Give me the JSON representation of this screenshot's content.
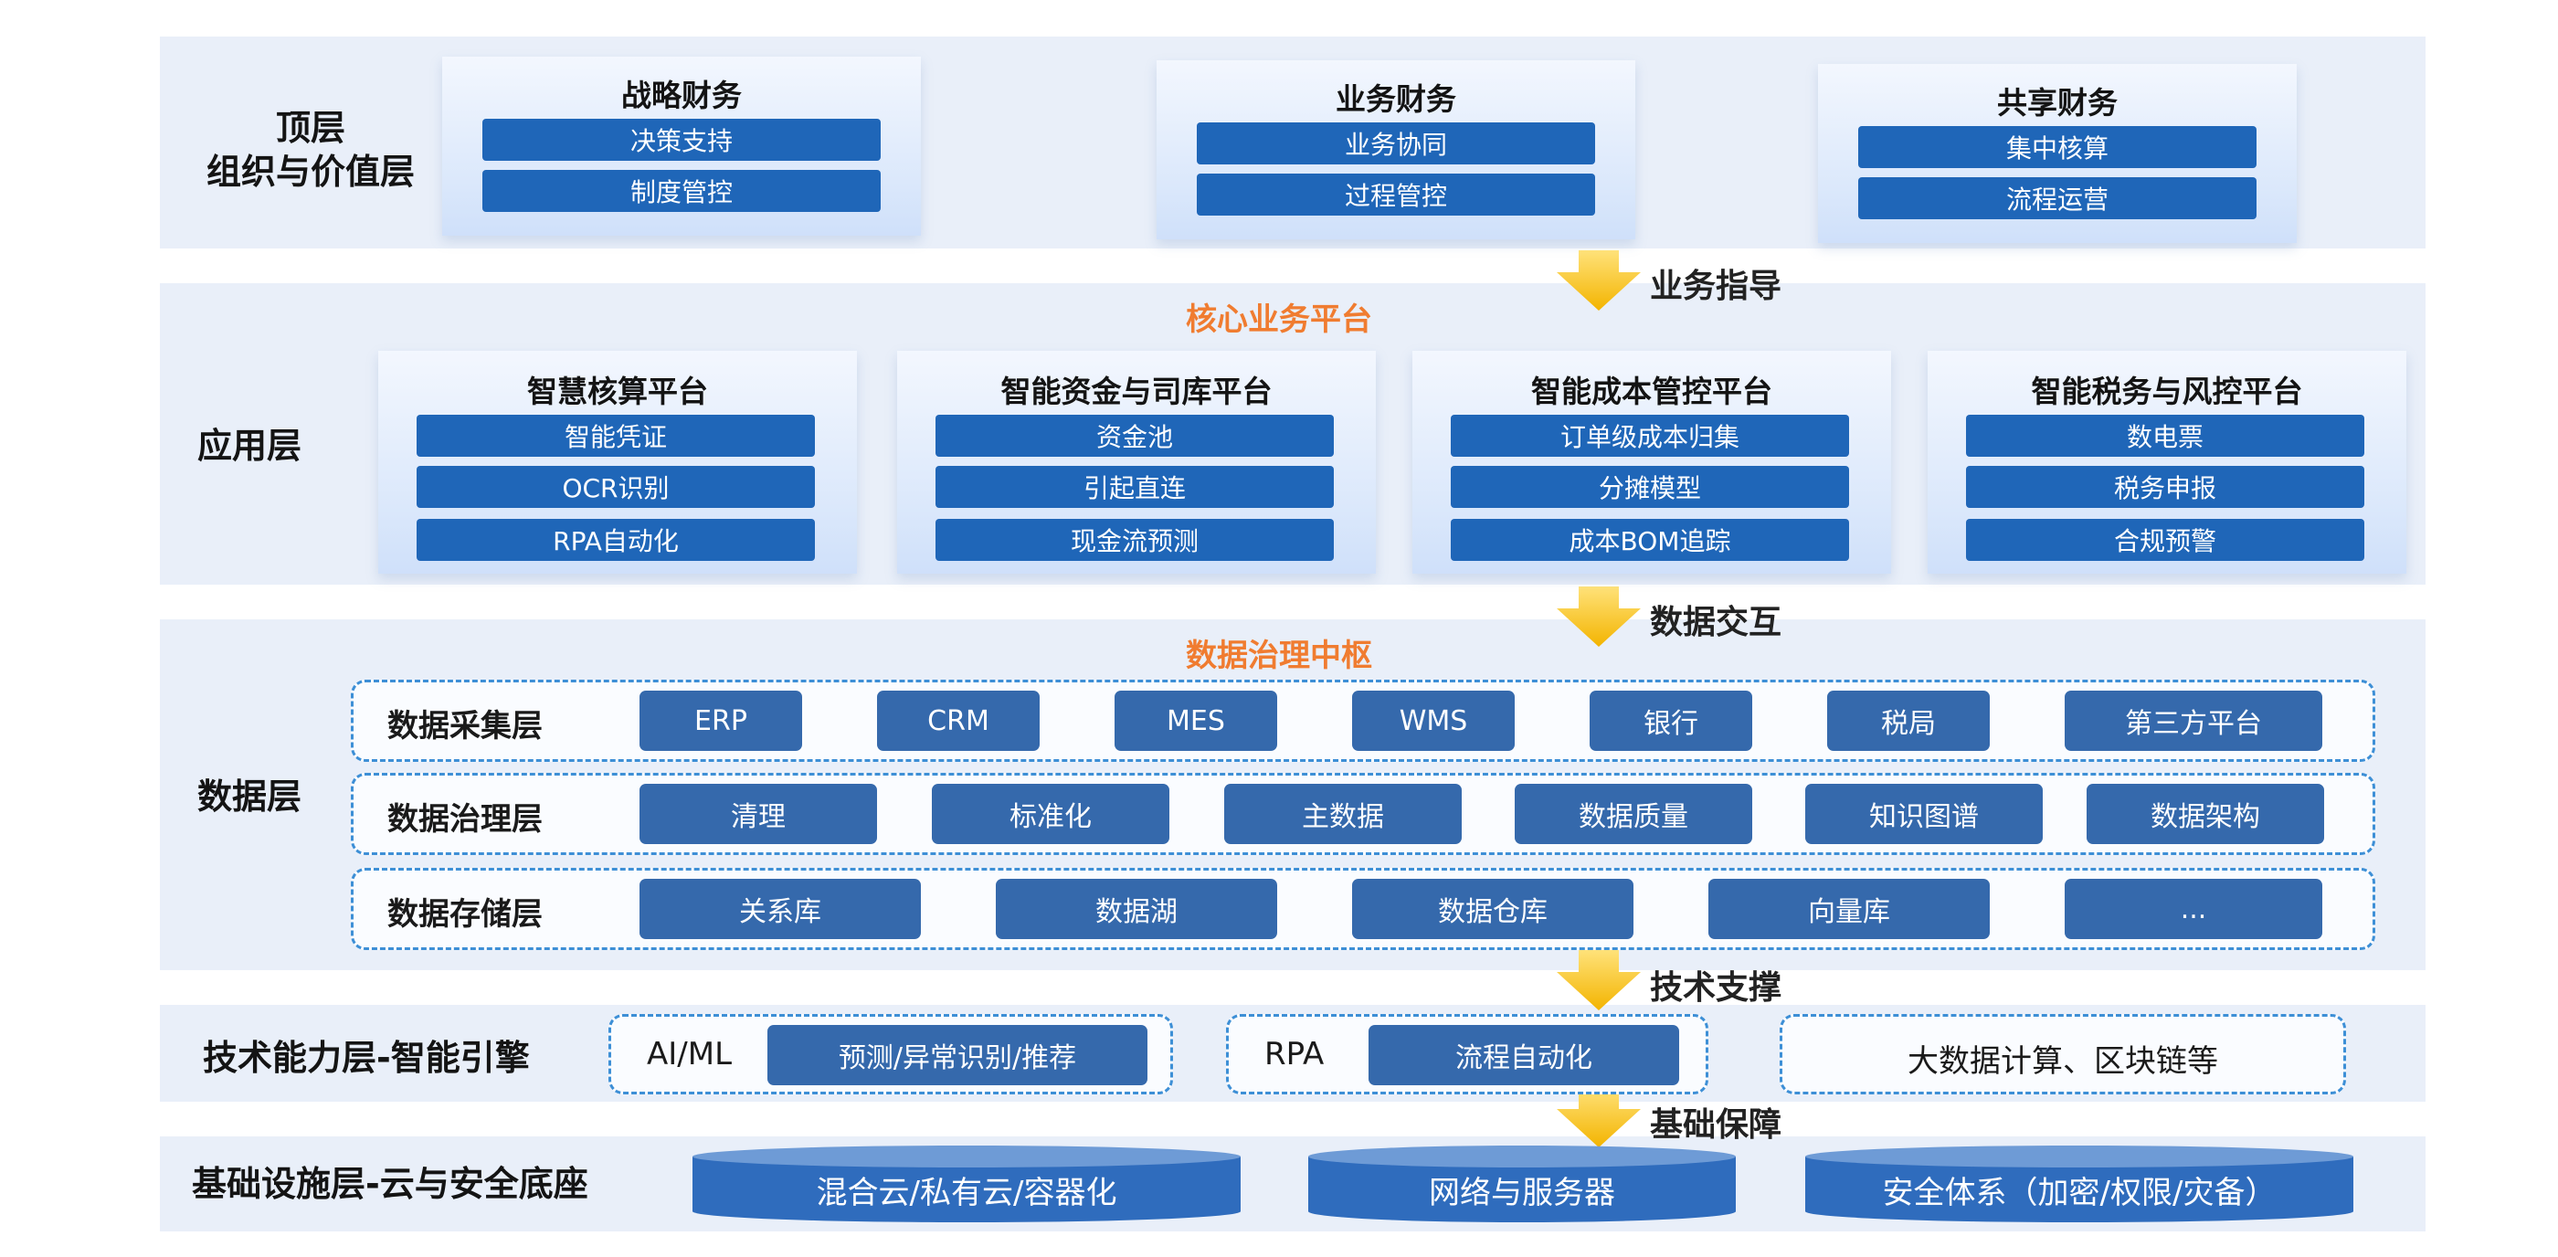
{
  "top": {
    "label_line1": "顶层",
    "label_line2": "组织与价值层",
    "cards": [
      {
        "title": "战略财务",
        "items": [
          "决策支持",
          "制度管控"
        ]
      },
      {
        "title": "业务财务",
        "items": [
          "业务协同",
          "过程管控"
        ]
      },
      {
        "title": "共享财务",
        "items": [
          "集中核算",
          "流程运营"
        ]
      }
    ]
  },
  "arrows": [
    "业务指导",
    "数据交互",
    "技术支撑",
    "基础保障"
  ],
  "app": {
    "label": "应用层",
    "heading": "核心业务平台",
    "cards": [
      {
        "title": "智慧核算平台",
        "items": [
          "智能凭证",
          "OCR识别",
          "RPA自动化"
        ]
      },
      {
        "title": "智能资金与司库平台",
        "items": [
          "资金池",
          "引起直连",
          "现金流预测"
        ]
      },
      {
        "title": "智能成本管控平台",
        "items": [
          "订单级成本归集",
          "分摊模型",
          "成本BOM追踪"
        ]
      },
      {
        "title": "智能税务与风控平台",
        "items": [
          "数电票",
          "税务申报",
          "合规预警"
        ]
      }
    ]
  },
  "data": {
    "label": "数据层",
    "heading": "数据治理中枢",
    "rows": [
      {
        "label": "数据采集层",
        "items": [
          "ERP",
          "CRM",
          "MES",
          "WMS",
          "银行",
          "税局",
          "第三方平台"
        ]
      },
      {
        "label": "数据治理层",
        "items": [
          "清理",
          "标准化",
          "主数据",
          "数据质量",
          "知识图谱",
          "数据架构"
        ]
      },
      {
        "label": "数据存储层",
        "items": [
          "关系库",
          "数据湖",
          "数据仓库",
          "向量库",
          "..."
        ]
      }
    ]
  },
  "tech": {
    "label": "技术能力层-智能引擎",
    "groups": [
      {
        "name": "AI/ML",
        "item": "预测/异常识别/推荐"
      },
      {
        "name": "RPA",
        "item": "流程自动化"
      },
      {
        "name": "",
        "item": "大数据计算、区块链等"
      }
    ]
  },
  "infra": {
    "label": "基础设施层-云与安全底座",
    "items": [
      "混合云/私有云/容器化",
      "网络与服务器",
      "安全体系（加密/权限/灾备）"
    ]
  },
  "colors": {
    "band": "#e9eff9",
    "pill": "#1f66b8",
    "pill_data": "#3569ac",
    "accent": "#f07c30",
    "arrow": "#f6c21c"
  }
}
